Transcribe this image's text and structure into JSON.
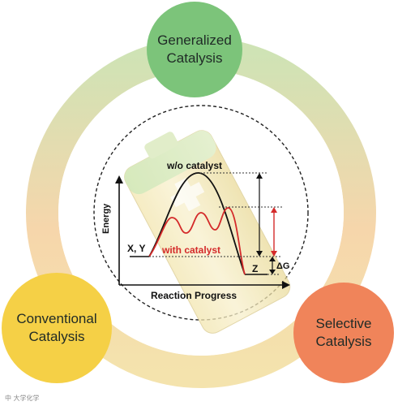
{
  "nodes": {
    "top": {
      "line1": "Generalized",
      "line2": "Catalysis",
      "color": "#7cc47a"
    },
    "left": {
      "line1": "Conventional",
      "line2": "Catalysis",
      "color": "#f5d046"
    },
    "right": {
      "line1": "Selective",
      "line2": "Catalysis",
      "color": "#f0845a"
    }
  },
  "ring_colors": [
    "#cfe3b5",
    "#f7d7a8",
    "#f5e6b0"
  ],
  "battery_icon": "battery-icon",
  "diagram": {
    "y_axis_label": "Energy",
    "x_axis_label": "Reaction Progress",
    "reactant_label": "X, Y",
    "product_label": "Z",
    "uncatalyzed_label": "w/o catalyst",
    "catalyzed_label": "with catalyst",
    "delta_g_label": "ΔG",
    "uncatalyzed_color": "#111111",
    "catalyzed_color": "#d42a2a"
  },
  "watermark": "中 大学化学"
}
